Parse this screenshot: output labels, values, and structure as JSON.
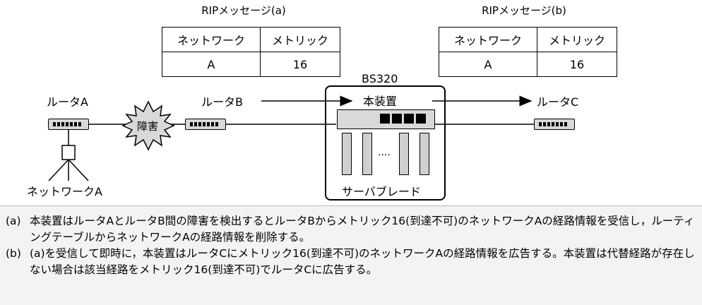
{
  "rip_a": {
    "title": "RIPメッセージ(a)",
    "headers": [
      "ネットワーク",
      "メトリック"
    ],
    "row": [
      "A",
      "16"
    ]
  },
  "rip_b": {
    "title": "RIPメッセージ(b)",
    "headers": [
      "ネットワーク",
      "メトリック"
    ],
    "row": [
      "A",
      "16"
    ]
  },
  "labels": {
    "router_a": "ルータA",
    "router_b": "ルータB",
    "router_c": "ルータC",
    "bs320": "BS320",
    "this_device": "本装置",
    "server_blade": "サーバブレード",
    "network_a": "ネットワークA",
    "failure": "障害",
    "dots": "····"
  },
  "notes": [
    {
      "key": "(a)",
      "text": "本装置はルータAとルータB間の障害を検出するとルータBからメトリック16(到達不可)のネットワークAの経路情報を受信し，ルーティングテーブルからネットワークAの経路情報を削除する。"
    },
    {
      "key": "(b)",
      "text": "(a)を受信して即時に，本装置はルータCにメトリック16(到達不可)のネットワークAの経路情報を広告する。本装置は代替経路が存在しない場合は該当経路をメトリック16(到達不可)でルータCに広告する。"
    }
  ]
}
